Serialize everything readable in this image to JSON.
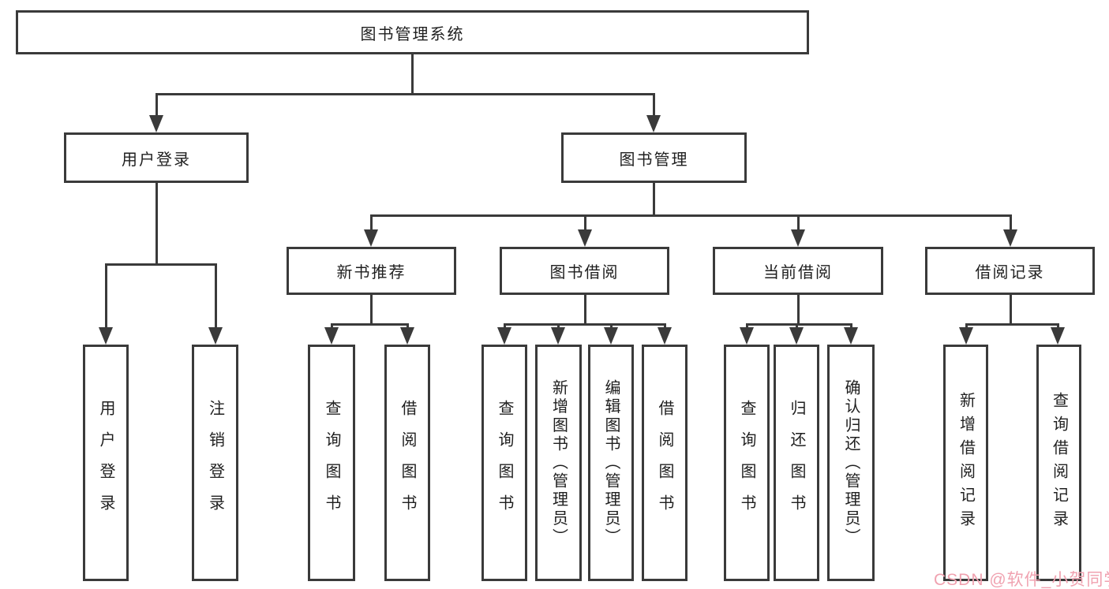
{
  "tree": {
    "root": "图书管理系统",
    "branches": [
      {
        "label": "用户登录",
        "children": [
          "用户登录",
          "注销登录"
        ]
      },
      {
        "label": "图书管理",
        "sub": [
          {
            "label": "新书推荐",
            "children": [
              "查询图书",
              "借阅图书"
            ]
          },
          {
            "label": "图书借阅",
            "children": [
              "查询图书",
              "新增图书（管理员）",
              "编辑图书（管理员）",
              "借阅图书"
            ]
          },
          {
            "label": "当前借阅",
            "children": [
              "查询图书",
              "归还图书",
              "确认归还（管理员）"
            ]
          },
          {
            "label": "借阅记录",
            "children": [
              "新增借阅记录",
              "查询借阅记录"
            ]
          }
        ]
      }
    ]
  },
  "watermark": "CSDN @软件_小贺同学",
  "colors": {
    "line": "#3a3a3a",
    "text": "#1f1f1f",
    "watermark": "#f0a2b0",
    "background": "#ffffff"
  }
}
